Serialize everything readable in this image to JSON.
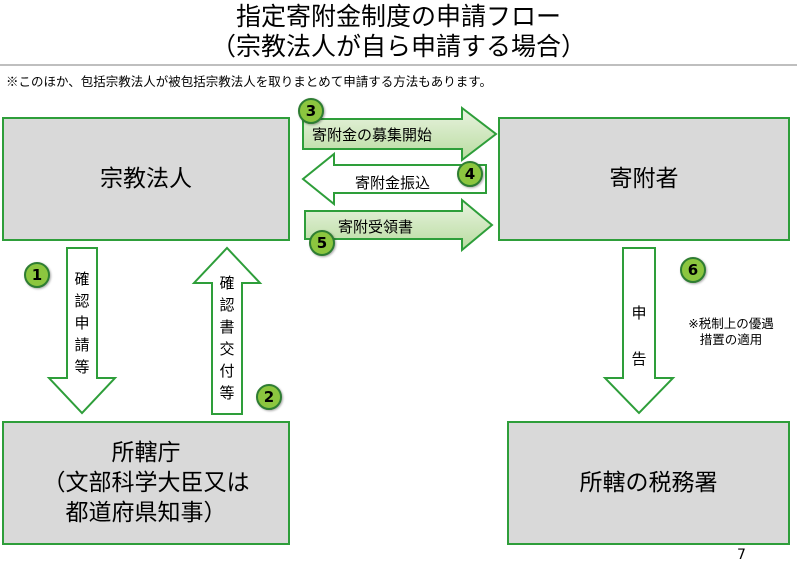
{
  "title": {
    "line1": "指定寄附金制度の申請フロー",
    "line2": "（宗教法人が自ら申請する場合）"
  },
  "note": "※このほか、包括宗教法人が被包括宗教法人を取りまとめて申請する方法もあります。",
  "boxes": {
    "shukyo": "宗教法人",
    "kifusha": "寄附者",
    "shokan": {
      "line1": "所轄庁",
      "line2": "（文部科学大臣又は",
      "line3": "都道府県知事）"
    },
    "zeimu": "所轄の税務署"
  },
  "steps": [
    {
      "num": "1",
      "label": [
        "確",
        "認",
        "申",
        "請",
        "等"
      ]
    },
    {
      "num": "2",
      "label": [
        "確",
        "認",
        "書",
        "交",
        "付",
        "等"
      ]
    },
    {
      "num": "3",
      "label": "寄附金の募集開始"
    },
    {
      "num": "4",
      "label": "寄附金振込"
    },
    {
      "num": "5",
      "label": "寄附受領書"
    },
    {
      "num": "6",
      "label": [
        "申",
        "告"
      ]
    }
  ],
  "tax_note": {
    "line1": "※税制上の優遇",
    "line2": "措置の適用"
  },
  "colors": {
    "accent_green": "#2e9e3a",
    "badge_green": "#8cc63f",
    "box_gray": "#d9d9d9",
    "arrow_fill": "#d9ead3"
  },
  "page_number": "7"
}
